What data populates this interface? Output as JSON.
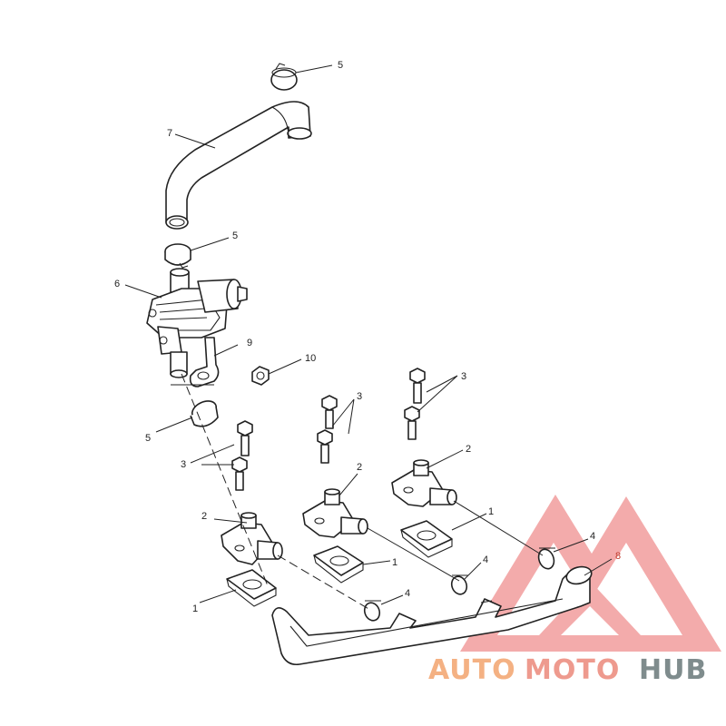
{
  "diagram": {
    "callouts": {
      "c5_top": "5",
      "c7": "7",
      "c5_mid": "5",
      "c6": "6",
      "c9": "9",
      "c10": "10",
      "c5_low": "5",
      "c3_a": "3",
      "c3_b": "3",
      "c3_c": "3",
      "c2_a": "2",
      "c2_b": "2",
      "c2_c": "2",
      "c1_a": "1",
      "c1_b": "1",
      "c1_c": "1",
      "c4_a": "4",
      "c4_b": "4",
      "c4_c": "4",
      "c8": "8"
    }
  },
  "watermark": {
    "part1": "AUTO",
    "part2": "MOTO",
    "part3": "HUB",
    "colors": {
      "auto": "#f4b183",
      "moto": "#ee9a8e",
      "hub": "#7f8c8d",
      "triangle": "#ef8f8f"
    }
  }
}
